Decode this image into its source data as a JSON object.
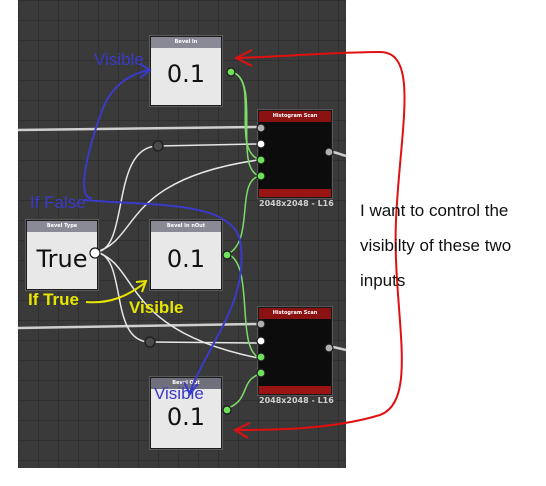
{
  "nodes": {
    "bevel_in": {
      "title": "Bevel In",
      "value": "0.1"
    },
    "bevel_in_out": {
      "title": "Bevel In nOut",
      "value": "0.1"
    },
    "bevel_out": {
      "title": "Bevel Out",
      "value": "0.1"
    },
    "bevel_type": {
      "title": "Bevel Type",
      "value": "True"
    },
    "histogram_scan_top": {
      "title": "Histogram Scan",
      "resolution": "2048x2048 - L16"
    },
    "histogram_scan_bottom": {
      "title": "Histogram Scan",
      "resolution": "2048x2048 - L16"
    }
  },
  "annotations": {
    "visible_top": "Visible",
    "if_false": "If False",
    "if_true": "If True",
    "visible_middle": "Visible",
    "visible_bottom": "Visible",
    "note_lines": [
      "I want to control the",
      "visibilty  of these two",
      "inputs"
    ]
  },
  "colors": {
    "canvas": "#3a3a3a",
    "wire_white": "#e6e6e6",
    "wire_green": "#7ddc6a",
    "port_green": "#6ee05a",
    "scan_red": "#9a1414",
    "annotation_blue": "#3a3ac8",
    "annotation_yellow": "#e6e600",
    "arrow_red": "#e01010"
  }
}
